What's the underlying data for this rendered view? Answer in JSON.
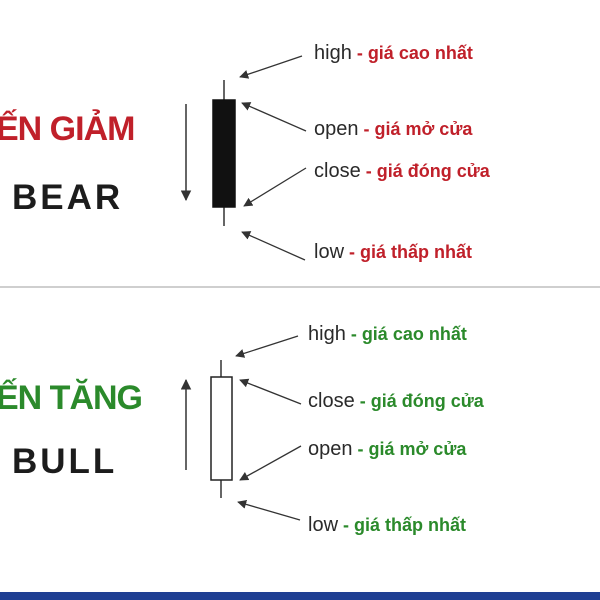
{
  "bear": {
    "title": "ẾN GIẢM",
    "name": "BEAR",
    "title_color": "#c0202a",
    "labels": [
      {
        "term": "high",
        "vn": "giá cao nhất"
      },
      {
        "term": "open",
        "vn": "giá mở cửa"
      },
      {
        "term": "close",
        "vn": "giá đóng cửa"
      },
      {
        "term": "low",
        "vn": "giá thấp nhất"
      }
    ],
    "candle_fill": "#111111",
    "trend_direction": "down"
  },
  "bull": {
    "title": "ẾN TĂNG",
    "name": "BULL",
    "title_color": "#2b8a2b",
    "labels": [
      {
        "term": "high",
        "vn": "giá cao nhất"
      },
      {
        "term": "close",
        "vn": "giá đóng cửa"
      },
      {
        "term": "open",
        "vn": "giá mở cửa"
      },
      {
        "term": "low",
        "vn": "giá thấp nhất"
      }
    ],
    "candle_fill": "#ffffff",
    "trend_direction": "up"
  },
  "separator": " - "
}
